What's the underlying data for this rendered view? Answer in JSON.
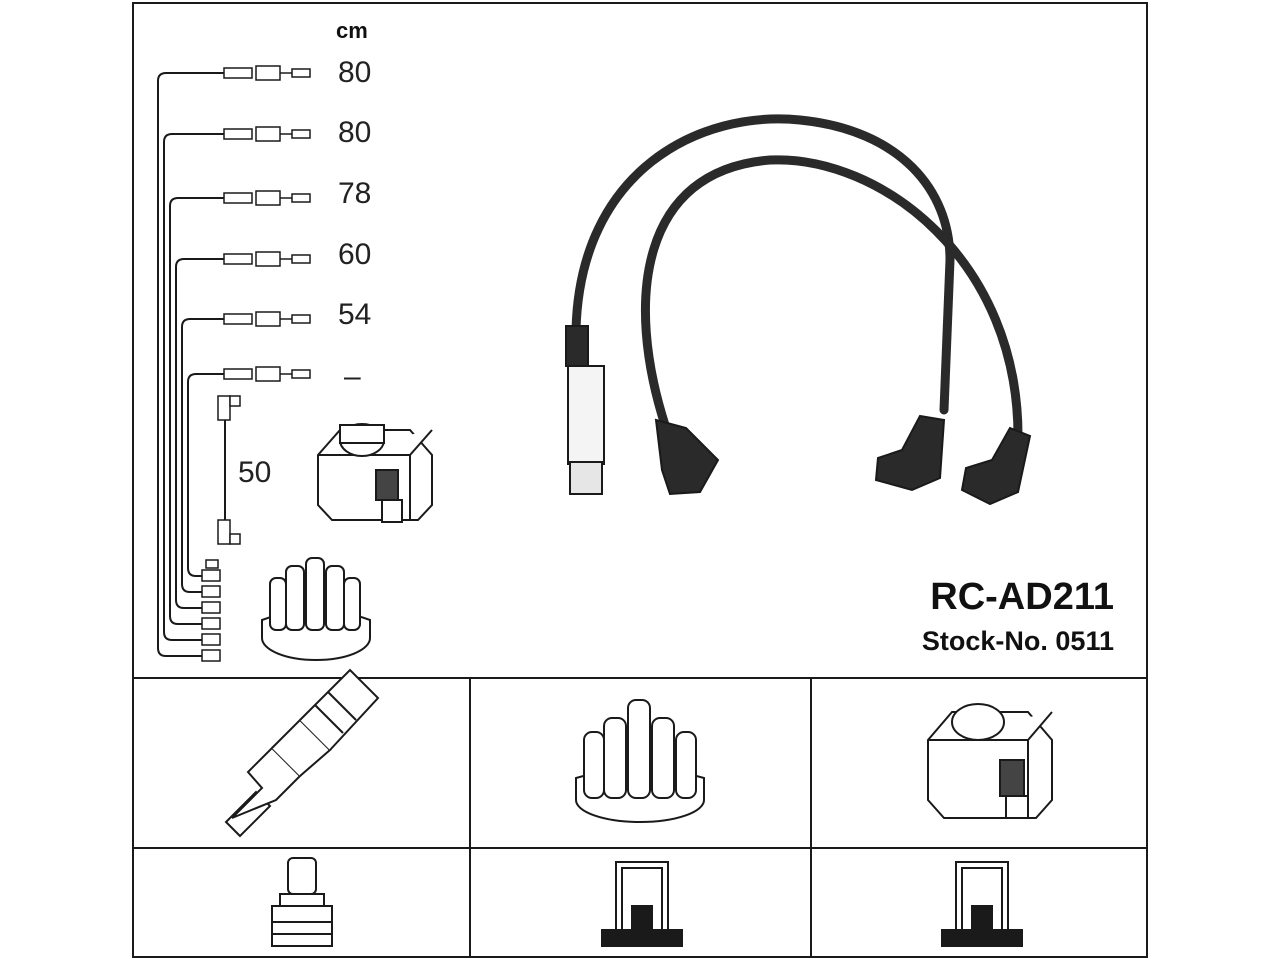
{
  "diagram": {
    "unit_label": "cm",
    "lead_lengths": [
      "80",
      "80",
      "78",
      "60",
      "54",
      "–"
    ],
    "coil_lead_length": "50",
    "product_code": "RC-AD211",
    "stock_number": "Stock-No. 0511"
  },
  "icons": {
    "spark_plug": "spark-plug-icon",
    "distributor_cap": "distributor-cap-icon",
    "ignition_coil": "ignition-coil-icon",
    "plug_terminal": "plug-terminal-icon",
    "cap_terminal": "cap-terminal-icon",
    "coil_terminal": "coil-terminal-icon"
  },
  "colors": {
    "line": "#1a1a1a",
    "cable": "#2a2a2a",
    "background": "#ffffff"
  }
}
